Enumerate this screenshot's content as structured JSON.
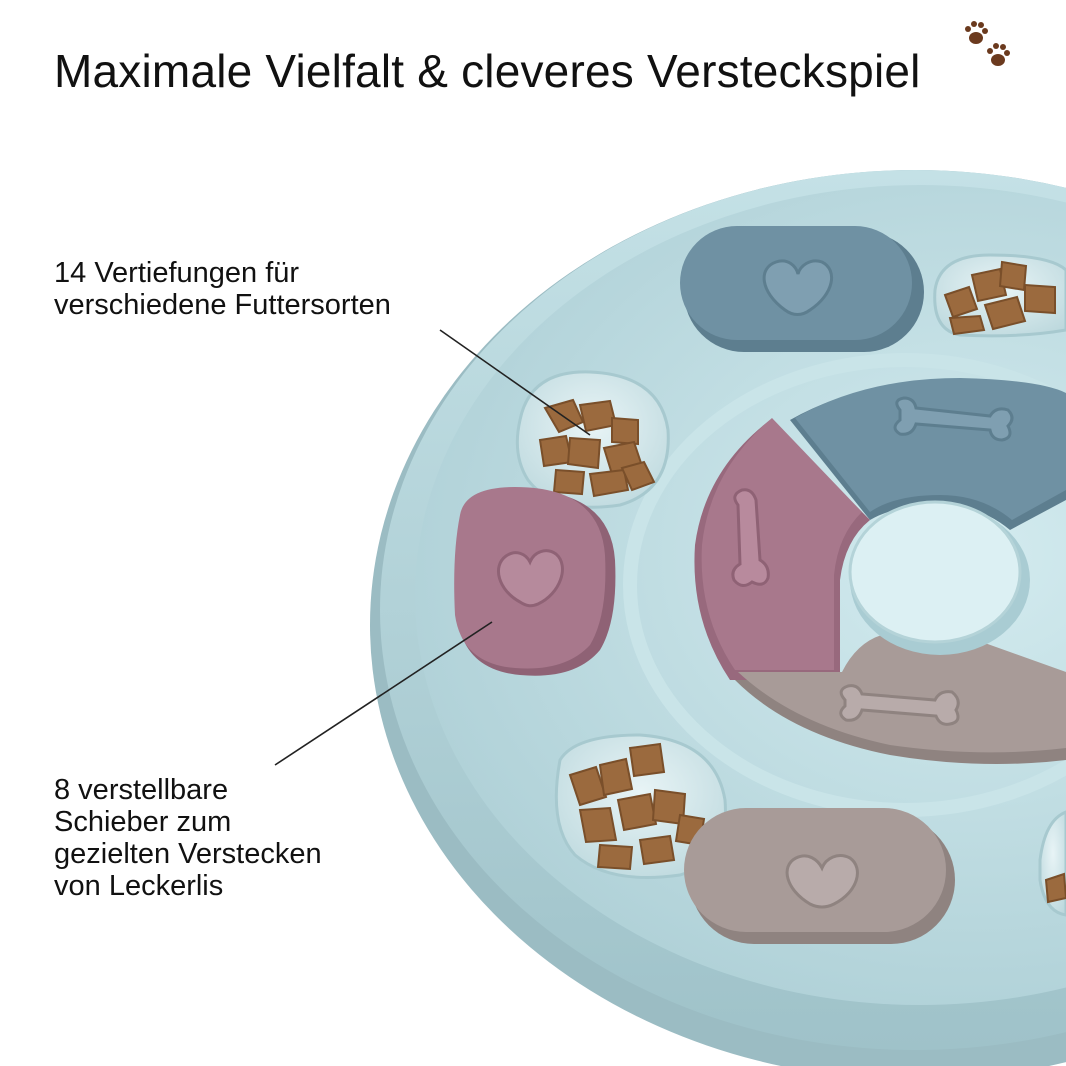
{
  "title": "Maximale Vielfalt & cleveres Versteckspiel",
  "captions": {
    "wells": [
      "14 Vertiefungen für",
      "verschiedene Futtersorten"
    ],
    "sliders": [
      "8 verstellbare",
      "Schieber zum",
      "gezielten Verstecken",
      "von Leckerlis"
    ]
  },
  "icons": {
    "decoration": "paw-prints-icon"
  },
  "colors": {
    "base": "#b8d9df",
    "slate_slider": "#6f91a3",
    "mauve_slider": "#a8788c",
    "taupe_slider": "#a89b98",
    "kibble": "#9b6a3e",
    "paw": "#6b3a1e"
  }
}
